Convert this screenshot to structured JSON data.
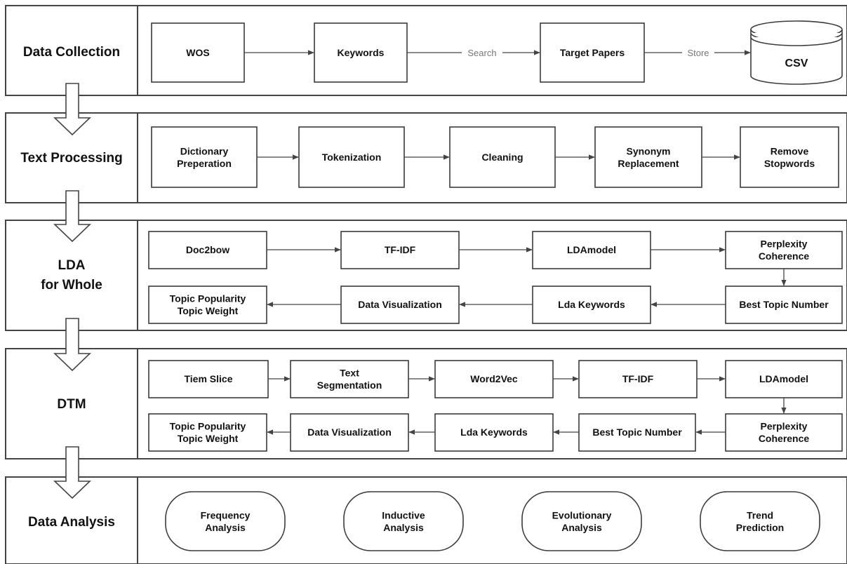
{
  "stages": {
    "data_collection": {
      "label": [
        "Data Collection"
      ]
    },
    "text_processing": {
      "label": [
        "Text Processing"
      ]
    },
    "lda_whole": {
      "label": [
        "LDA",
        "for Whole"
      ]
    },
    "dtm": {
      "label": [
        "DTM"
      ]
    },
    "data_analysis": {
      "label": [
        "Data Analysis"
      ]
    }
  },
  "nodes": {
    "wos": [
      "WOS"
    ],
    "keywords": [
      "Keywords"
    ],
    "target_papers": [
      "Target Papers"
    ],
    "csv": [
      "CSV"
    ],
    "dictionary_prep": [
      "Dictionary",
      "Preperation"
    ],
    "tokenization": [
      "Tokenization"
    ],
    "cleaning": [
      "Cleaning"
    ],
    "synonym": [
      "Synonym",
      "Replacement"
    ],
    "remove_stopwords": [
      "Remove",
      "Stopwords"
    ],
    "lda_doc2bow": [
      "Doc2bow"
    ],
    "lda_tfidf": [
      "TF-IDF"
    ],
    "lda_ldamodel": [
      "LDAmodel"
    ],
    "lda_perplexity": [
      "Perplexity",
      "Coherence"
    ],
    "lda_best_topic": [
      "Best Topic Number"
    ],
    "lda_keywords": [
      "Lda Keywords"
    ],
    "lda_data_vis": [
      "Data Visualization"
    ],
    "lda_topic_pop": [
      "Topic Popularity",
      "Topic Weight"
    ],
    "dtm_time_slice": [
      "Tiem Slice"
    ],
    "dtm_text_seg": [
      "Text",
      "Segmentation"
    ],
    "dtm_word2vec": [
      "Word2Vec"
    ],
    "dtm_tfidf": [
      "TF-IDF"
    ],
    "dtm_ldamodel": [
      "LDAmodel"
    ],
    "dtm_perplexity": [
      "Perplexity",
      "Coherence"
    ],
    "dtm_best_topic": [
      "Best Topic Number"
    ],
    "dtm_keywords": [
      "Lda Keywords"
    ],
    "dtm_data_vis": [
      "Data Visualization"
    ],
    "dtm_topic_pop": [
      "Topic Popularity",
      "Topic Weight"
    ],
    "freq_analysis": [
      "Frequency",
      "Analysis"
    ],
    "inductive_analysis": [
      "Inductive",
      "Analysis"
    ],
    "evolutionary_analysis": [
      "Evolutionary",
      "Analysis"
    ],
    "trend_prediction": [
      "Trend",
      "Prediction"
    ]
  },
  "edge_labels": {
    "search": "Search",
    "store": "Store"
  }
}
